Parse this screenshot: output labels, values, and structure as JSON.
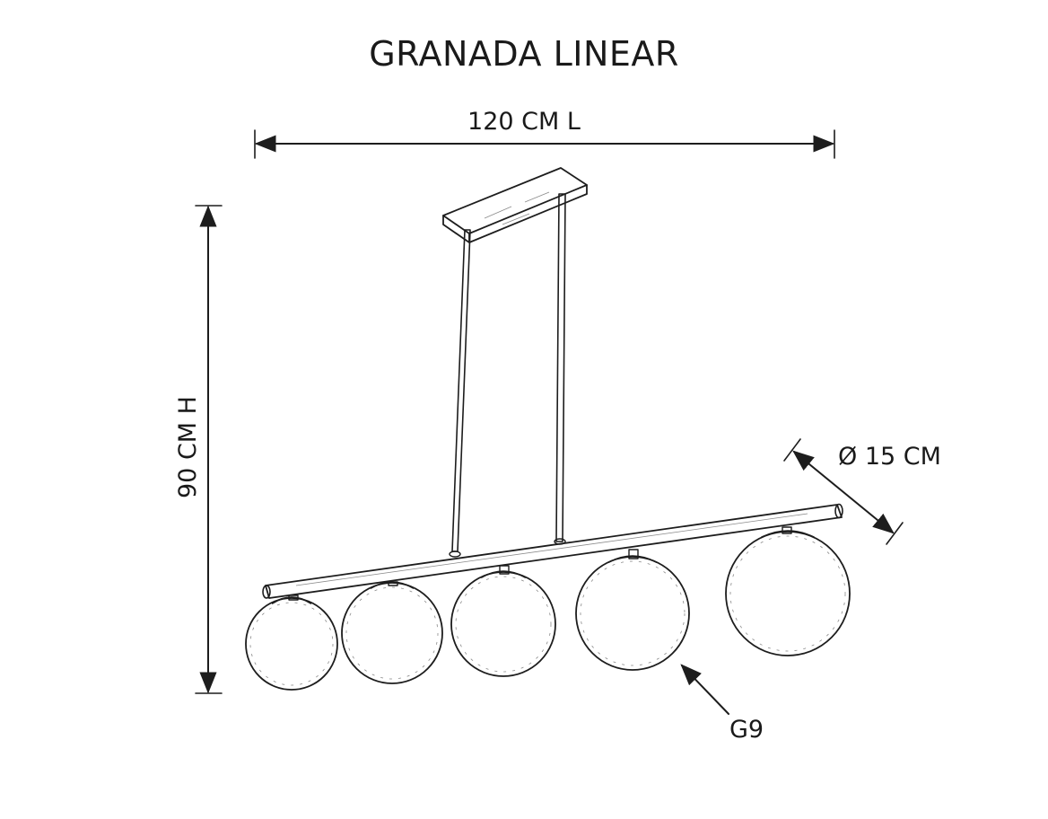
{
  "diagram": {
    "title": "GRANADA LINEAR",
    "dimensions": {
      "width": "120 CM L",
      "height": "90 CM H",
      "globe_diameter": "Ø 15 CM",
      "bulb": "G9"
    },
    "globe_count": 5,
    "stroke_color": "#1d1d1d",
    "background_color": "#ffffff"
  }
}
